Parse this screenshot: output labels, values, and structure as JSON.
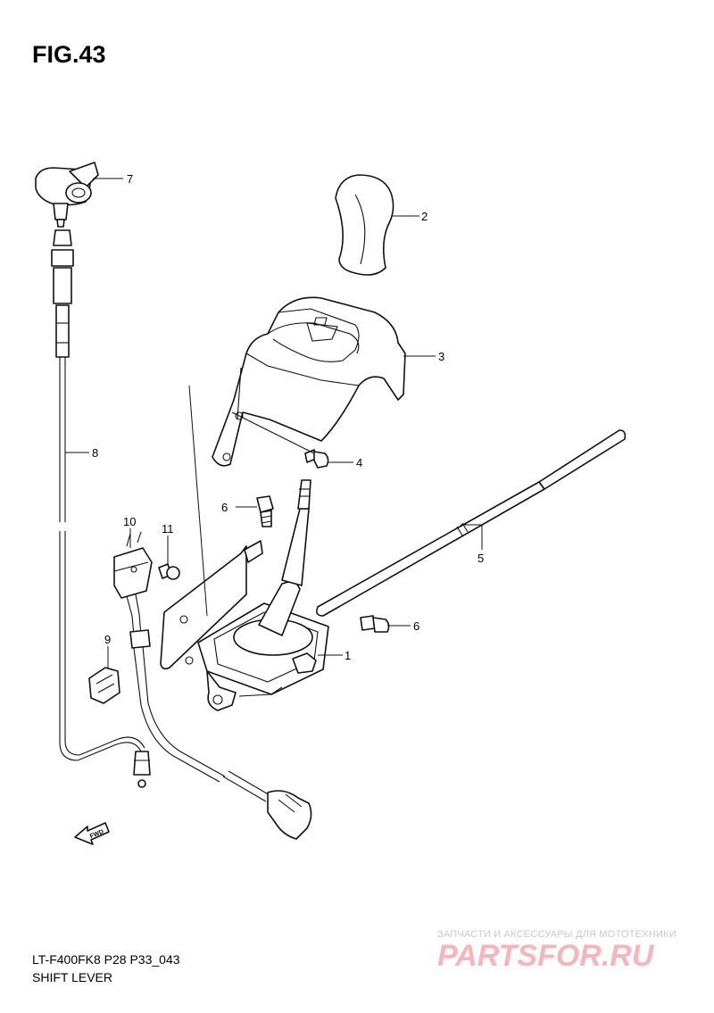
{
  "header": {
    "figure_label": "FIG.43"
  },
  "footer": {
    "model_code": "LT-F400FK8 P28 P33_043",
    "section_name": "SHIFT LEVER"
  },
  "diagram": {
    "direction_arrow_text": "FWD",
    "callouts": [
      {
        "id": "callout-1",
        "number": "1"
      },
      {
        "id": "callout-2",
        "number": "2"
      },
      {
        "id": "callout-3",
        "number": "3"
      },
      {
        "id": "callout-4",
        "number": "4"
      },
      {
        "id": "callout-5",
        "number": "5"
      },
      {
        "id": "callout-6a",
        "number": "6"
      },
      {
        "id": "callout-6b",
        "number": "6"
      },
      {
        "id": "callout-7",
        "number": "7"
      },
      {
        "id": "callout-8",
        "number": "8"
      },
      {
        "id": "callout-9",
        "number": "9"
      },
      {
        "id": "callout-10",
        "number": "10"
      },
      {
        "id": "callout-11",
        "number": "11"
      }
    ]
  },
  "watermark": {
    "tagline": "ЗАПЧАСТИ И АКСЕССУАРЫ ДЛЯ МОТОТЕХНИКИ",
    "brand": "PARTSFOR.RU"
  }
}
